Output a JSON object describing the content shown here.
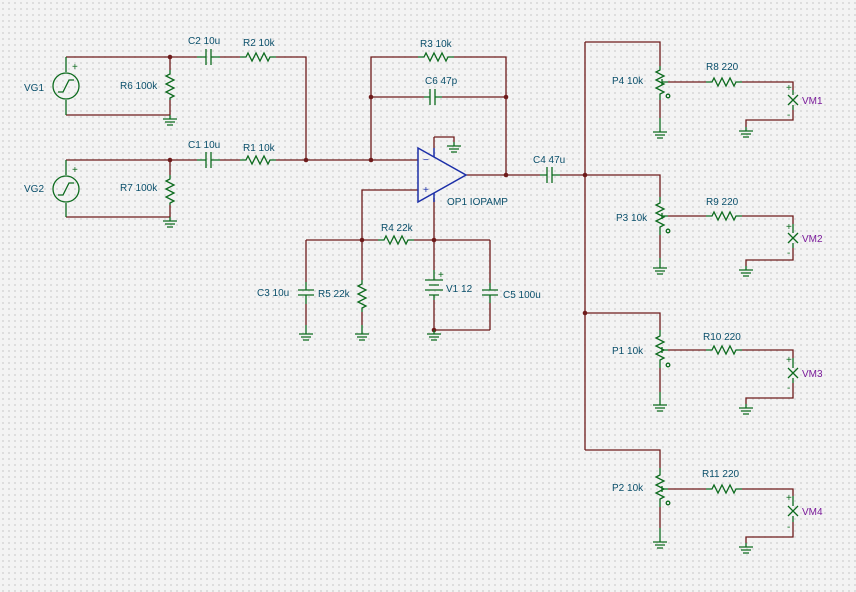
{
  "labels": {
    "vg1": "VG1",
    "vg2": "VG2",
    "c2": "C2 10u",
    "r2": "R2 10k",
    "r6": "R6 100k",
    "c1": "C1 10u",
    "r1": "R1 10k",
    "r7": "R7 100k",
    "r3": "R3 10k",
    "c6": "C6 47p",
    "op1": "OP1 IOPAMP",
    "r4": "R4 22k",
    "c3": "C3 10u",
    "r5": "R5 22k",
    "v1": "V1 12",
    "c5": "C5 100u",
    "c4": "C4 47u",
    "p4": "P4 10k",
    "r8": "R8 220",
    "vm1": "VM1",
    "p3": "P3 10k",
    "r9": "R9 220",
    "vm2": "VM2",
    "p1": "P1 10k",
    "r10": "R10 220",
    "vm3": "VM3",
    "p2": "P2 10k",
    "r11": "R11 220",
    "vm4": "VM4"
  },
  "colors": {
    "wire": "#6e1b1b",
    "component": "#0d6b1e",
    "opamp": "#1c2fa8",
    "label": "#0a4f6b",
    "meter": "#7a1a9a"
  }
}
